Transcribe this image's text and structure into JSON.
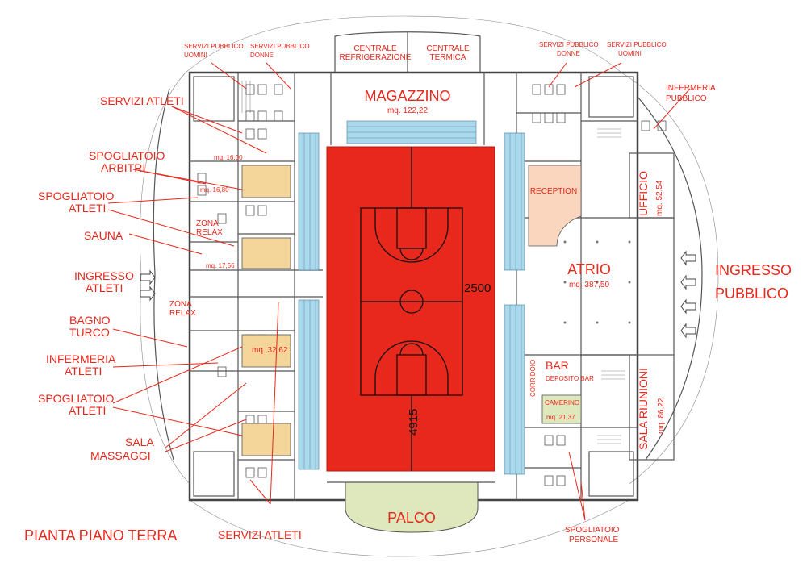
{
  "title": "PIANTA PIANO TERRA",
  "dimensions": {
    "length": "4915",
    "width": "2500"
  },
  "rooms": {
    "magazzino": {
      "name": "MAGAZZINO",
      "area": "mq. 122,22"
    },
    "centrale_refrigerazione": [
      "CENTRALE",
      "REFRIGERAZIONE"
    ],
    "centrale_termica": [
      "CENTRALE",
      "TERMICA"
    ],
    "atrio": {
      "name": "ATRIO",
      "area": "mq. 387,50"
    },
    "ufficio": {
      "name": "UFFICIO",
      "area": "mq. 52,54"
    },
    "sala_riunioni": {
      "name": "SALA RIUNIONI",
      "area": "mq. 86,22"
    },
    "reception": "RECEPTION",
    "bar": "BAR",
    "deposito_bar": "DEPOSITO BAR",
    "camerino": {
      "name": "CAMERINO",
      "area": "mq. 21,37"
    },
    "corridoio": "CORRIDOIO",
    "palco": "PALCO",
    "zona_relax_top": [
      "ZONA",
      "RELAX"
    ],
    "zona_relax_bottom": [
      "ZONA",
      "RELAX"
    ],
    "area_spogliatoio_atleti": "mq. 32,62",
    "area_spogliatoio_arbitri": "mq. 16,00",
    "area_arbitri_2": "mq. 16,80",
    "area_sauna": "mq. 17,56"
  },
  "callouts": {
    "servizi_pubblico_uomini_left": [
      "SERVIZI PUBBLICO",
      "UOMINI"
    ],
    "servizi_pubblico_donne_left": [
      "SERVIZI PUBBLICO",
      "DONNE"
    ],
    "servizi_pubblico_donne_right": [
      "SERVIZI PUBBLICO",
      "DONNE"
    ],
    "servizi_pubblico_uomini_right": [
      "SERVIZI PUBBLICO",
      "UOMINI"
    ],
    "servizi_atleti_top": "SERVIZI ATLETI",
    "spogliatoio_arbitri": [
      "SPOGLIATOIO",
      "ARBITRI"
    ],
    "spogliatoio_atleti_top": [
      "SPOGLIATOIO",
      "ATLETI"
    ],
    "sauna": "SAUNA",
    "ingresso_atleti": [
      "INGRESSO",
      "ATLETI"
    ],
    "bagno_turco": [
      "BAGNO",
      "TURCO"
    ],
    "infermeria_atleti": [
      "INFERMERIA",
      "ATLETI"
    ],
    "spogliatoio_atleti_bottom": [
      "SPOGLIATOIO",
      "ATLETI"
    ],
    "sala_massaggi": [
      "SALA",
      "MASSAGGI"
    ],
    "servizi_atleti_bottom": "SERVIZI ATLETI",
    "infermeria_pubblico": [
      "INFERMERIA",
      "PUBBLICO"
    ],
    "ingresso_pubblico": [
      "INGRESSO",
      "PUBBLICO"
    ],
    "spogliatoio_personale": [
      "SPOGLIATOIO",
      "PERSONALE"
    ]
  },
  "colors": {
    "label": "#e8281c",
    "court": "#e8281c",
    "tribune": "#aad8ec",
    "room_fill": "#f5d69a",
    "reception_fill": "#f9d6bd",
    "palco_fill": "#dfe8bd",
    "camerino_fill": "#dfe8bd"
  }
}
